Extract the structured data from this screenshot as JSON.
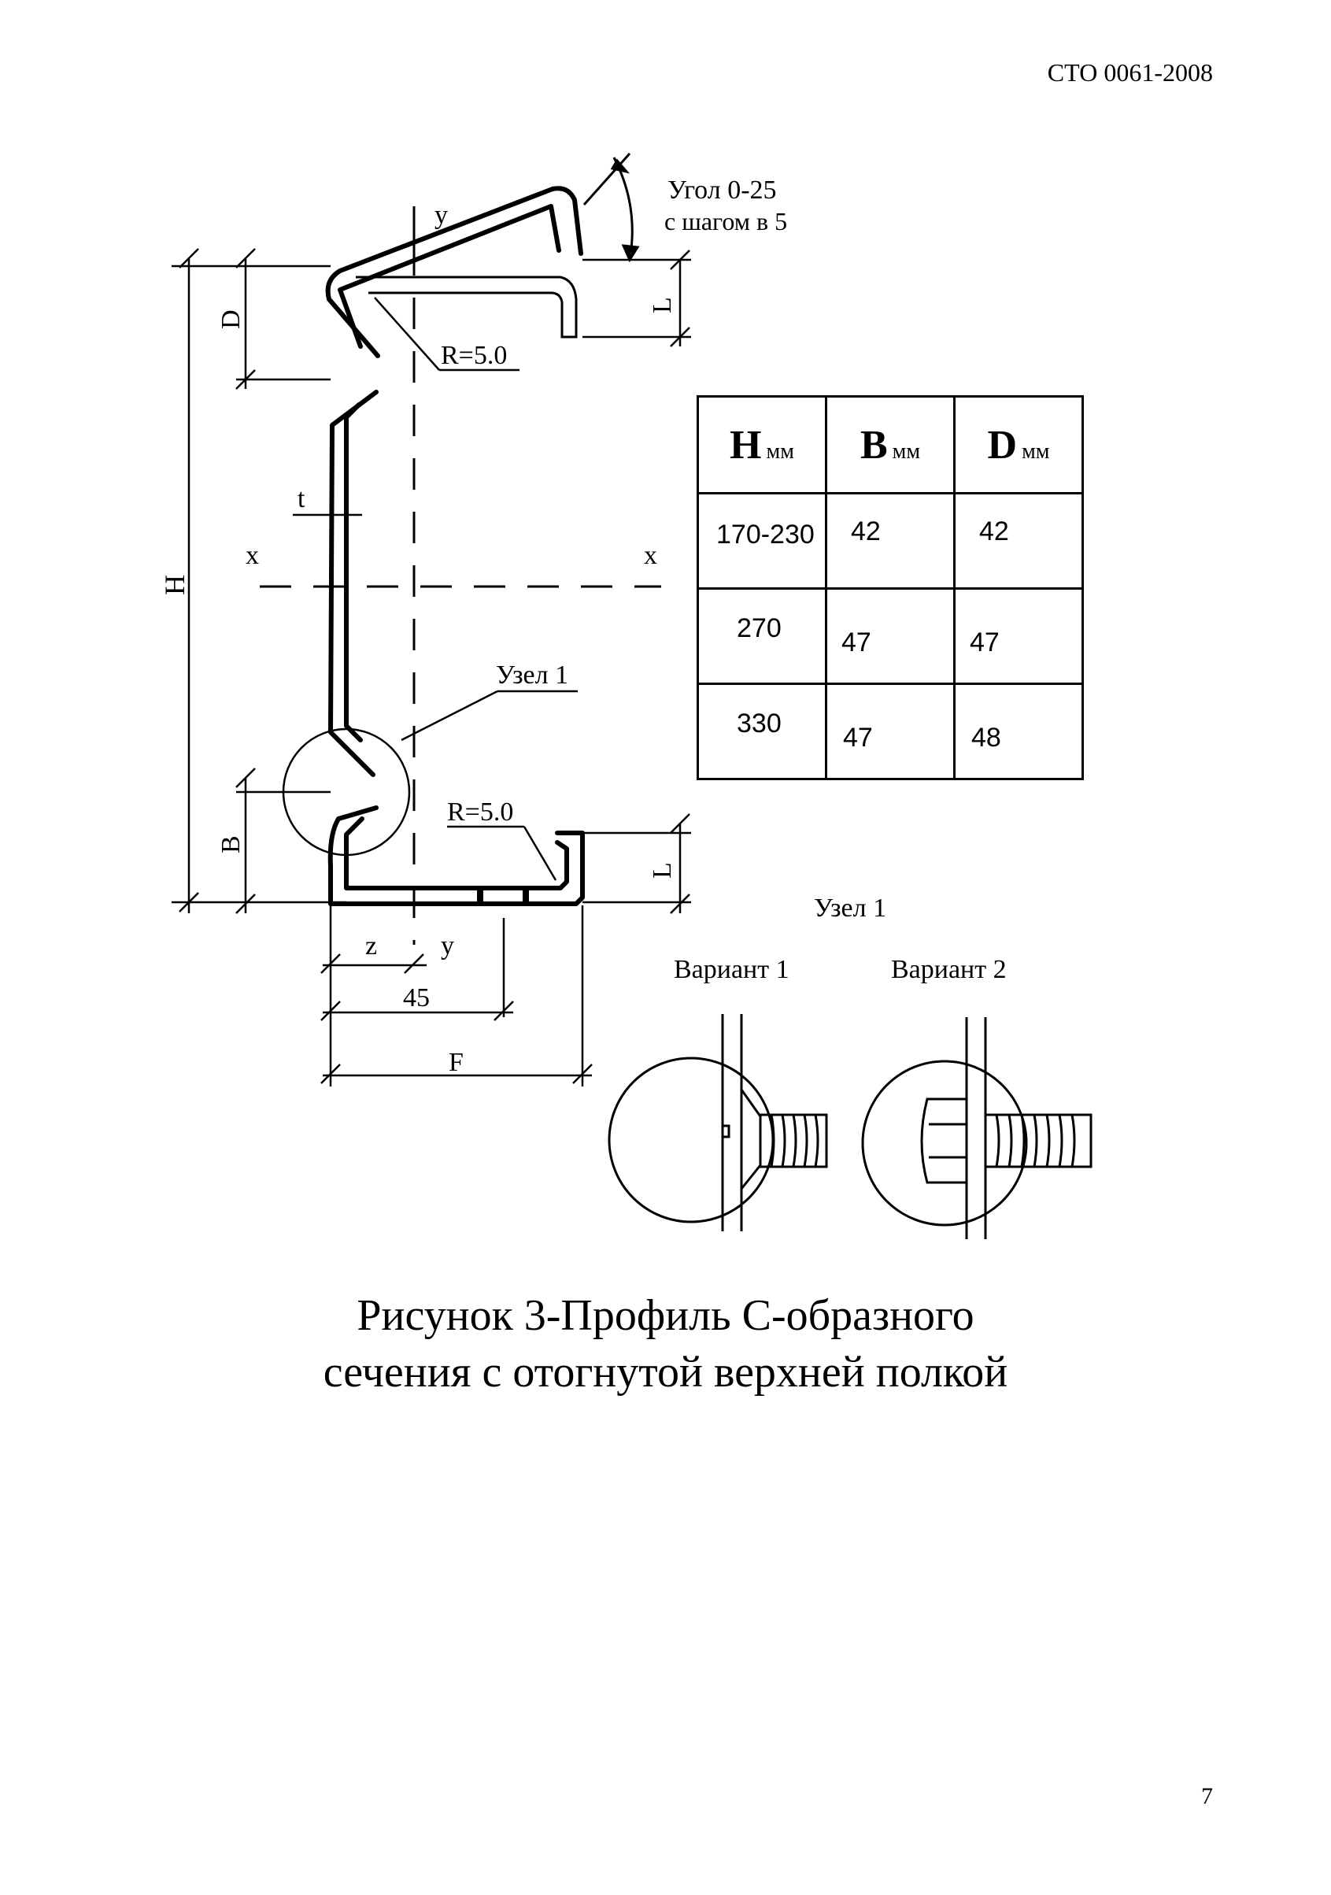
{
  "header": {
    "code": "СТО 0061-2008"
  },
  "drawing": {
    "angle_label_line1": "Угол 0-25",
    "angle_label_line2": "с шагом в 5",
    "label_y_top": "y",
    "label_y_bottom": "y",
    "label_x_left": "x",
    "label_x_right": "x",
    "label_D": "D",
    "label_L_top": "L",
    "label_L_bottom": "L",
    "label_H": "H",
    "label_B": "B",
    "label_t": "t",
    "label_R_top": "R=5.0",
    "label_R_bottom": "R=5.0",
    "label_node": "Узел 1",
    "label_z": "z",
    "label_45": "45",
    "label_F": "F"
  },
  "table": {
    "headers": [
      {
        "symbol": "H",
        "unit": "мм"
      },
      {
        "symbol": "B",
        "unit": "мм"
      },
      {
        "symbol": "D",
        "unit": "мм"
      }
    ],
    "rows": [
      {
        "H": "170-230",
        "B": "42",
        "D": "42"
      },
      {
        "H": "270",
        "B": "47",
        "D": "47"
      },
      {
        "H": "330",
        "B": "47",
        "D": "48"
      }
    ]
  },
  "detail": {
    "title": "Узел 1",
    "variant1": "Вариант 1",
    "variant2": "Вариант 2"
  },
  "caption": {
    "line1": "Рисунок 3-Профиль С-образного",
    "line2": "сечения с отогнутой верхней полкой"
  },
  "page_number": "7"
}
